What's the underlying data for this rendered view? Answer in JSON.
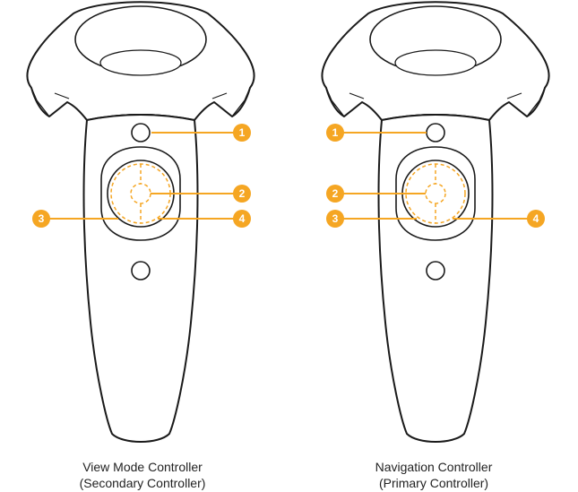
{
  "colors": {
    "outline": "#1a1a1a",
    "body_fill": "#ffffff",
    "callout": "#f5a623",
    "callout_text": "#ffffff"
  },
  "controllers": [
    {
      "id": "view-mode",
      "caption_line1": "View Mode Controller",
      "caption_line2": "(Secondary Controller)"
    },
    {
      "id": "navigation",
      "caption_line1": "Navigation Controller",
      "caption_line2": "(Primary Controller)"
    }
  ],
  "callouts": {
    "left": [
      "1",
      "2",
      "3",
      "4"
    ],
    "right": [
      "1",
      "2",
      "3",
      "4"
    ]
  }
}
